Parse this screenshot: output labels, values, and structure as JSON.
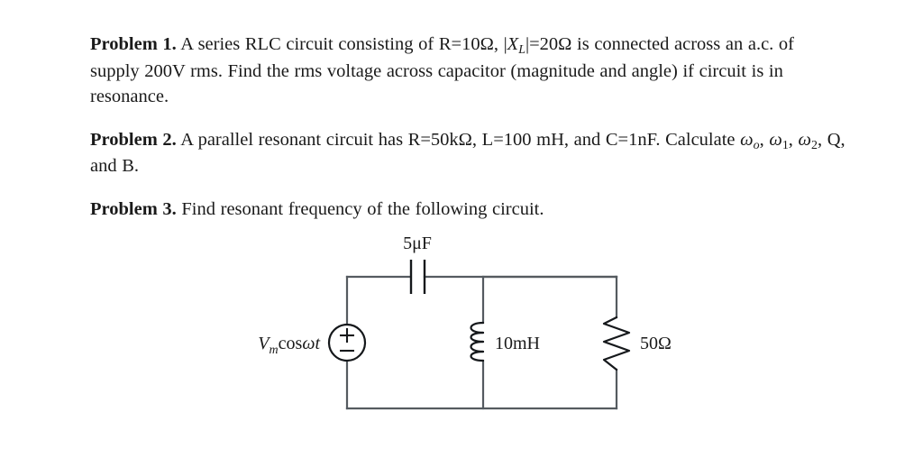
{
  "document": {
    "background_color": "#ffffff",
    "text_color": "#1a1a1a",
    "problems": [
      {
        "label": "Problem 1.",
        "body_1": "A series RLC circuit consisting of R=10",
        "ohm_1": "Ω",
        "body_2": ", |",
        "xl_var": "X",
        "xl_sub": "L",
        "body_3": "|=20",
        "ohm_2": "Ω",
        "body_4": " is connected across an a.c. of supply 200V rms. Find the rms voltage across capacitor (magnitude and angle) if circuit is in resonance.",
        "full_text": "Problem 1. A series RLC circuit consisting of R=10Ω, |X_L|=20Ω is connected across an a.c. of supply 200V rms. Find the rms voltage across capacitor (magnitude and angle) if circuit is in resonance."
      },
      {
        "label": "Problem 2.",
        "body_1": "A parallel resonant circuit has R=50k",
        "ohm_1": "Ω",
        "body_2": ", L=100 mH, and C=1nF. Calculate ",
        "omega": "ω",
        "sub_o": "o",
        "sub_1": "1",
        "sub_2": "2",
        "sep": ", ",
        "tail": ", Q, and B.",
        "full_text": "Problem 2. A parallel resonant circuit has R=50kΩ, L=100 mH, and C=1nF. Calculate ω_o, ω_1, ω_2, Q, and B."
      },
      {
        "label": "Problem 3.",
        "body_1": "Find resonant frequency of the following circuit.",
        "full_text": "Problem 3. Find resonant frequency of the following circuit."
      }
    ]
  },
  "circuit": {
    "title": "parallel-rlc-circuit",
    "wire_color": "#555b60",
    "component_color": "#15181b",
    "capacitor": {
      "name": "capacitor",
      "label": "5μF",
      "label_value": "5",
      "label_unit": "μF",
      "branch": "top"
    },
    "source": {
      "name": "voltage-source",
      "label_var": "V",
      "label_sub": "m",
      "label_rest": "cos",
      "label_omega": "ω",
      "label_t": "t",
      "full_label": "V_m cosωt",
      "plus_sign": "+",
      "minus_sign": "−",
      "branch": "left"
    },
    "inductor": {
      "name": "inductor",
      "label": "10mH",
      "coils": 4,
      "branch": "middle"
    },
    "resistor": {
      "name": "resistor",
      "label": "50Ω",
      "label_value": "50",
      "label_unit": "Ω",
      "branch": "right"
    }
  }
}
